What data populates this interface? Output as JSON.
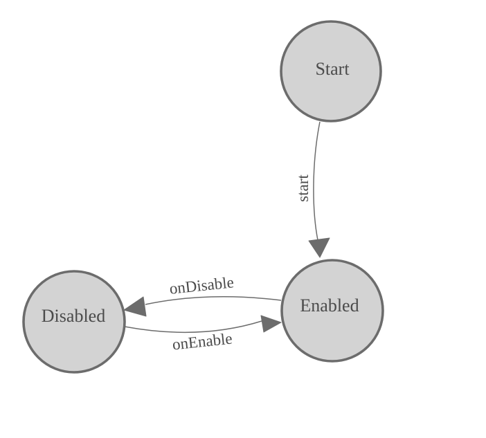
{
  "diagram": {
    "type": "state-machine-graph",
    "nodes": [
      {
        "id": "start",
        "label": "Start"
      },
      {
        "id": "enabled",
        "label": "Enabled"
      },
      {
        "id": "disabled",
        "label": "Disabled"
      }
    ],
    "edges": [
      {
        "from": "Start",
        "to": "Enabled",
        "label": "start"
      },
      {
        "from": "Enabled",
        "to": "Disabled",
        "label": "onDisable"
      },
      {
        "from": "Disabled",
        "to": "Enabled",
        "label": "onEnable"
      }
    ],
    "colors": {
      "background": "#ffffff",
      "node_fill": "#d3d3d3",
      "node_stroke": "#6c6c6c",
      "edge_stroke": "#6c6c6c",
      "arrow_fill": "#6c6c6c",
      "label_text": "#4b4b4b"
    }
  }
}
